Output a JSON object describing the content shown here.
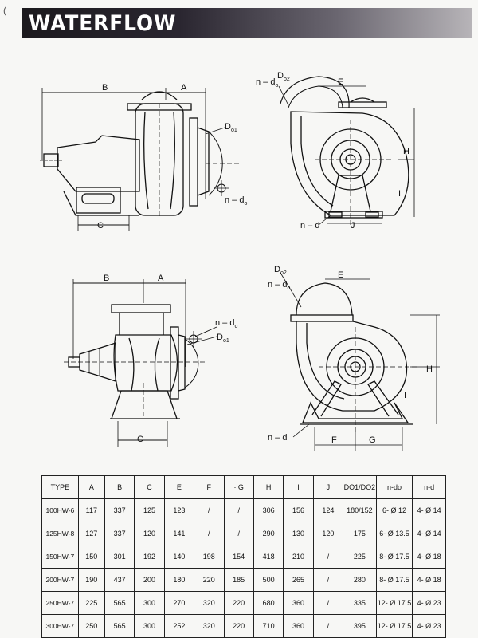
{
  "brand": {
    "name": "WATERFLOW"
  },
  "margin_mark": "(",
  "drawing_labels": {
    "top_side": {
      "B": "B",
      "A": "A",
      "C": "C",
      "Do1": "D",
      "Do1_sub": "o1",
      "nd": "n – d",
      "nd_sub": "o"
    },
    "top_front": {
      "nd": "n – d",
      "nd_sub": "o",
      "Do2": "D",
      "Do2_sub": "o2",
      "E": "E",
      "H": "H",
      "I": "I",
      "nd_base": "n – d",
      "J": "J"
    },
    "bottom_side": {
      "B": "B",
      "A": "A",
      "C": "C",
      "nd": "n – d",
      "nd_sub": "o",
      "Do1": "D",
      "Do1_sub": "o1"
    },
    "bottom_front": {
      "Do2": "D",
      "Do2_sub": "o2",
      "nd": "n – d",
      "nd_sub": "o",
      "E": "E",
      "H": "H",
      "I": "I",
      "nd_base": "n – d",
      "F": "F",
      "G": "G"
    }
  },
  "table": {
    "headers": [
      "TYPE",
      "A",
      "B",
      "C",
      "E",
      "F",
      "· G",
      "H",
      "I",
      "J",
      "DO1/DO2",
      "n-do",
      "n-d"
    ],
    "rows": [
      [
        "100HW-6",
        "117",
        "337",
        "125",
        "123",
        "/",
        "/",
        "306",
        "156",
        "124",
        "180/152",
        "6- Ø 12",
        "4- Ø 14"
      ],
      [
        "125HW-8",
        "127",
        "337",
        "120",
        "141",
        "/",
        "/",
        "290",
        "130",
        "120",
        "175",
        "6- Ø 13.5",
        "4- Ø 14"
      ],
      [
        "150HW-7",
        "150",
        "301",
        "192",
        "140",
        "198",
        "154",
        "418",
        "210",
        "/",
        "225",
        "8- Ø 17.5",
        "4- Ø 18"
      ],
      [
        "200HW-7",
        "190",
        "437",
        "200",
        "180",
        "220",
        "185",
        "500",
        "265",
        "/",
        "280",
        "8- Ø 17.5",
        "4- Ø 18"
      ],
      [
        "250HW-7",
        "225",
        "565",
        "300",
        "270",
        "320",
        "220",
        "680",
        "360",
        "/",
        "335",
        "12- Ø 17.5",
        "4- Ø 23"
      ],
      [
        "300HW-7",
        "250",
        "565",
        "300",
        "252",
        "320",
        "220",
        "710",
        "360",
        "/",
        "395",
        "12- Ø 17.5",
        "4- Ø 23"
      ]
    ]
  }
}
